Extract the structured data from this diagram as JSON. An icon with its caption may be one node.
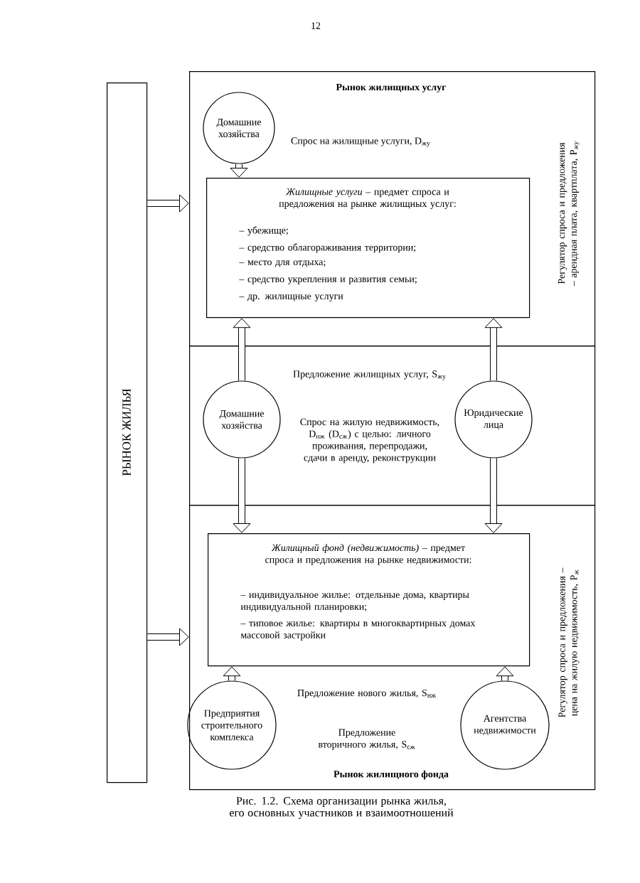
{
  "diagram": {
    "caption": "Рис. 1.2. Схема организации рынка жилья, его основных участников и взаимоотношений",
    "nodes": [
      {
        "text": [
          "РЫНОК ЖИЛЬЯ"
        ]
      },
      {
        "text": [
          "Рынок жилищных услуг",
          "Спрос на жилищные услуги, D$_{жу}$"
        ]
      },
      {
        "text": [
          "Домашние хозяйства"
        ],
        "in": 1
      },
      {
        "text": [
          "*Жилищные услуги* – предмет спроса и предложения на рынке жилищных услуг:",
          "– убежище;",
          "– средство облагораживания территории;",
          "– место для отдыха;",
          "– средство укрепления и развития семьи;",
          "– др. жилищные услуги"
        ],
        "in": 1
      },
      {
        "text": [
          "Предложение жилищных услуг, S$_{жу}$",
          "Спрос на жилую недвижимость, D$_{нж}$ (D$_{сж}$) с целью: личного проживания, перепродажи, сдачи в аренду, реконструкции"
        ]
      },
      {
        "text": [
          "Домашние хозяйства"
        ],
        "in": 4
      },
      {
        "text": [
          "Юридические лица"
        ],
        "in": 4
      },
      {
        "text": [
          "Предложение нового жилья, S$_{нж}$",
          "Предложение вторичного жилья, S$_{сж}$",
          "Рынок жилищного фонда"
        ]
      },
      {
        "text": [
          "*Жилищный фонд (недвижимость)* – предмет спроса и предложения на рынке недвижимости:",
          "– индивидуальное жилье: отдельные дома, квартиры индивидуальной планировки;",
          "– типовое жилье: квартиры в многоквартирных домах массовой застройки"
        ],
        "in": 7
      },
      {
        "text": [
          "Предприятия строительного комплекса"
        ],
        "in": 7
      },
      {
        "text": [
          "Агентства недвижимости"
        ],
        "in": 7
      }
    ],
    "edges": [
      {
        "from": 0,
        "to": 1,
        "arrow": "to"
      },
      {
        "from": 0,
        "to": 7,
        "arrow": "to"
      },
      {
        "from": 2,
        "to": 3,
        "arrow": "to"
      },
      {
        "from": 5,
        "to": 3,
        "arrow": "to"
      },
      {
        "from": 6,
        "to": 3,
        "arrow": "to"
      },
      {
        "from": 5,
        "to": 8,
        "arrow": "to"
      },
      {
        "from": 6,
        "to": 8,
        "arrow": "to"
      },
      {
        "from": 9,
        "to": 8,
        "arrow": "to"
      },
      {
        "from": 10,
        "to": 8,
        "arrow": "to"
      }
    ],
    "labels": [
      "12",
      "Регулятор спроса и предложения – арендная плата, квартплата, P$_{жу}$",
      "Регулятор спроса и предложения – цена на жилую недвижимость, P$_{ж}$"
    ]
  }
}
